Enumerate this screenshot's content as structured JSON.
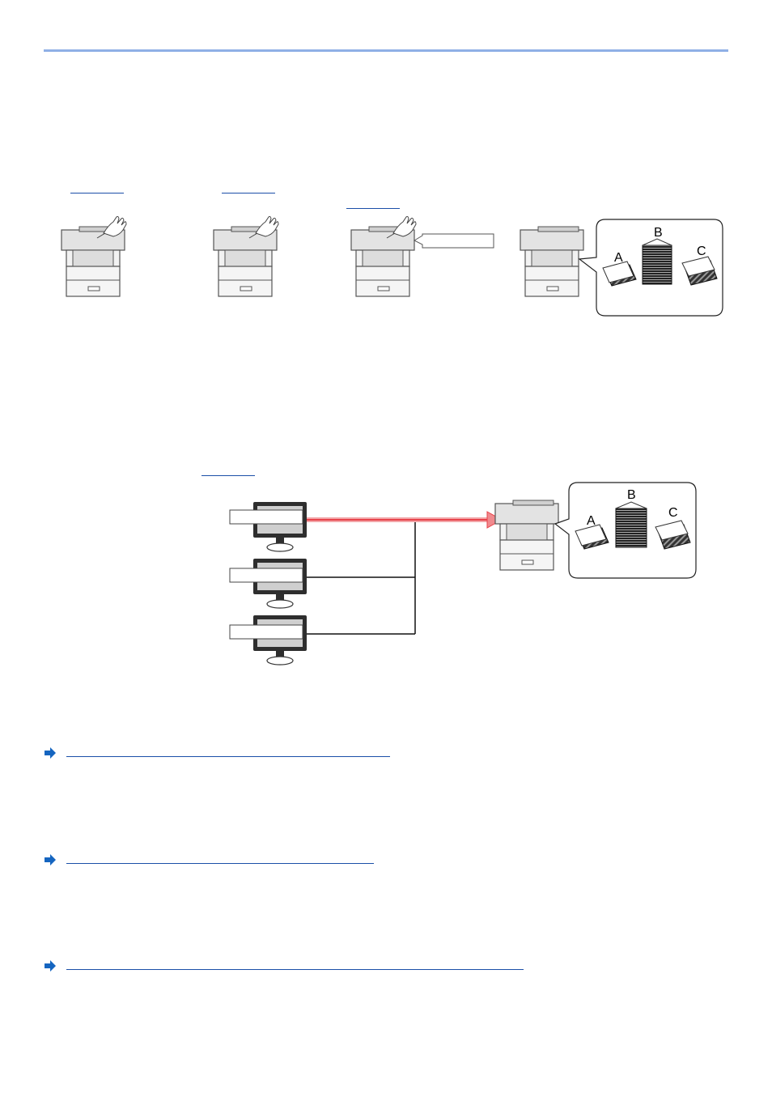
{
  "figure_sequence": {
    "stack_labels": [
      "A",
      "B",
      "C"
    ]
  },
  "figure_network": {
    "stack_labels": [
      "A",
      "B",
      "C"
    ]
  },
  "colors": {
    "accent_rule": "#8fb0e6",
    "link_blue": "#1b4fa8",
    "highlight_red": "#e8434a",
    "arrow_blue": "#1565c0"
  }
}
